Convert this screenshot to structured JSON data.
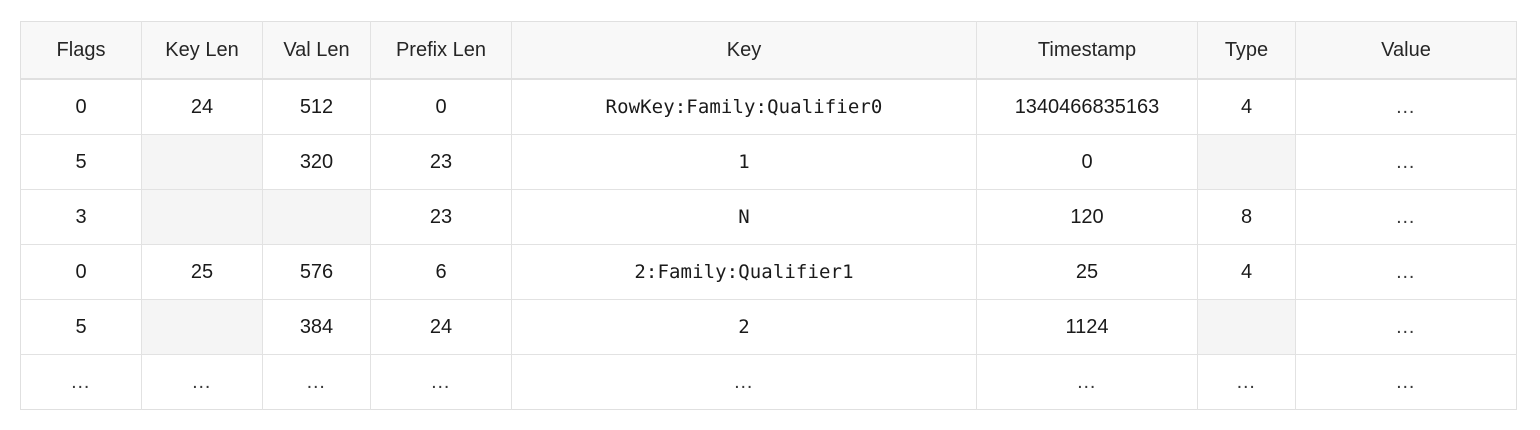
{
  "table": {
    "columns": [
      {
        "key": "flags",
        "label": "Flags"
      },
      {
        "key": "key_len",
        "label": "Key Len"
      },
      {
        "key": "val_len",
        "label": "Val Len"
      },
      {
        "key": "prefix_len",
        "label": "Prefix Len"
      },
      {
        "key": "key",
        "label": "Key"
      },
      {
        "key": "timestamp",
        "label": "Timestamp"
      },
      {
        "key": "type",
        "label": "Type"
      },
      {
        "key": "value",
        "label": "Value"
      }
    ],
    "rows": [
      {
        "flags": "0",
        "key_len": "24",
        "val_len": "512",
        "prefix_len": "0",
        "key": "RowKey:Family:Qualifier0",
        "timestamp": "1340466835163",
        "type": "4",
        "value": "…"
      },
      {
        "flags": "5",
        "key_len": "",
        "val_len": "320",
        "prefix_len": "23",
        "key": "1",
        "timestamp": "0",
        "type": "",
        "value": "…"
      },
      {
        "flags": "3",
        "key_len": "",
        "val_len": "",
        "prefix_len": "23",
        "key": "N",
        "timestamp": "120",
        "type": "8",
        "value": "…"
      },
      {
        "flags": "0",
        "key_len": "25",
        "val_len": "576",
        "prefix_len": "6",
        "key": "2:Family:Qualifier1",
        "timestamp": "25",
        "type": "4",
        "value": "…"
      },
      {
        "flags": "5",
        "key_len": "",
        "val_len": "384",
        "prefix_len": "24",
        "key": "2",
        "timestamp": "1124",
        "type": "",
        "value": "…"
      },
      {
        "flags": "…",
        "key_len": "…",
        "val_len": "…",
        "prefix_len": "…",
        "key": "…",
        "timestamp": "…",
        "type": "…",
        "value": "…"
      }
    ]
  },
  "colors": {
    "header_background": "#f8f8f8",
    "empty_cell_background": "#f5f5f5",
    "border": "#e2e2e2",
    "text": "#1a1a1a",
    "page_background": "#ffffff"
  }
}
